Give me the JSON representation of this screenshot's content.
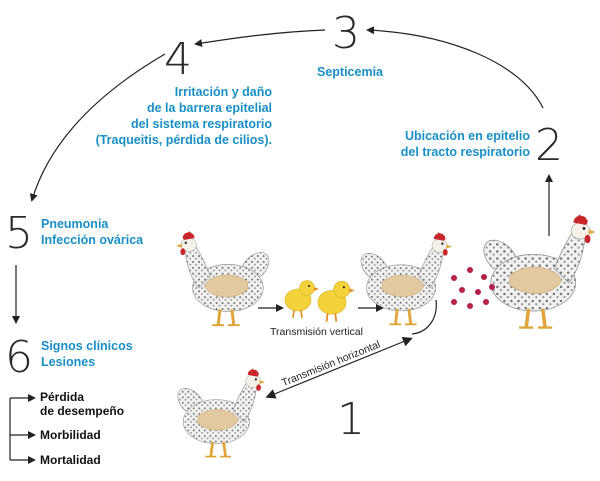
{
  "steps": {
    "s1": {
      "number": "1"
    },
    "s2": {
      "number": "2",
      "lines": [
        "Ubicación en epitelio",
        "del tracto respiratorio"
      ]
    },
    "s3": {
      "number": "3",
      "lines": [
        "Septicemia"
      ]
    },
    "s4": {
      "number": "4",
      "lines": [
        "Irritación y daño",
        "de la barrera epitelial",
        "del sistema respiratorio",
        "(Traqueitis, pérdida de cilios)."
      ]
    },
    "s5": {
      "number": "5",
      "lines": [
        "Pneumonia",
        "Infección ovárica"
      ]
    },
    "s6": {
      "number": "6",
      "lines": [
        "Signos clínicos",
        "Lesiones"
      ]
    }
  },
  "transmission": {
    "vertical": "Transmisión vertical",
    "horizontal": "Transmisión horizontal"
  },
  "outcomes": [
    "Pérdida",
    "de desempeño",
    "Morbilidad",
    "Mortalidad"
  ],
  "colors": {
    "accent": "#1a8fc6",
    "text": "#2a2a2a",
    "bacteria": "#b3204a"
  }
}
